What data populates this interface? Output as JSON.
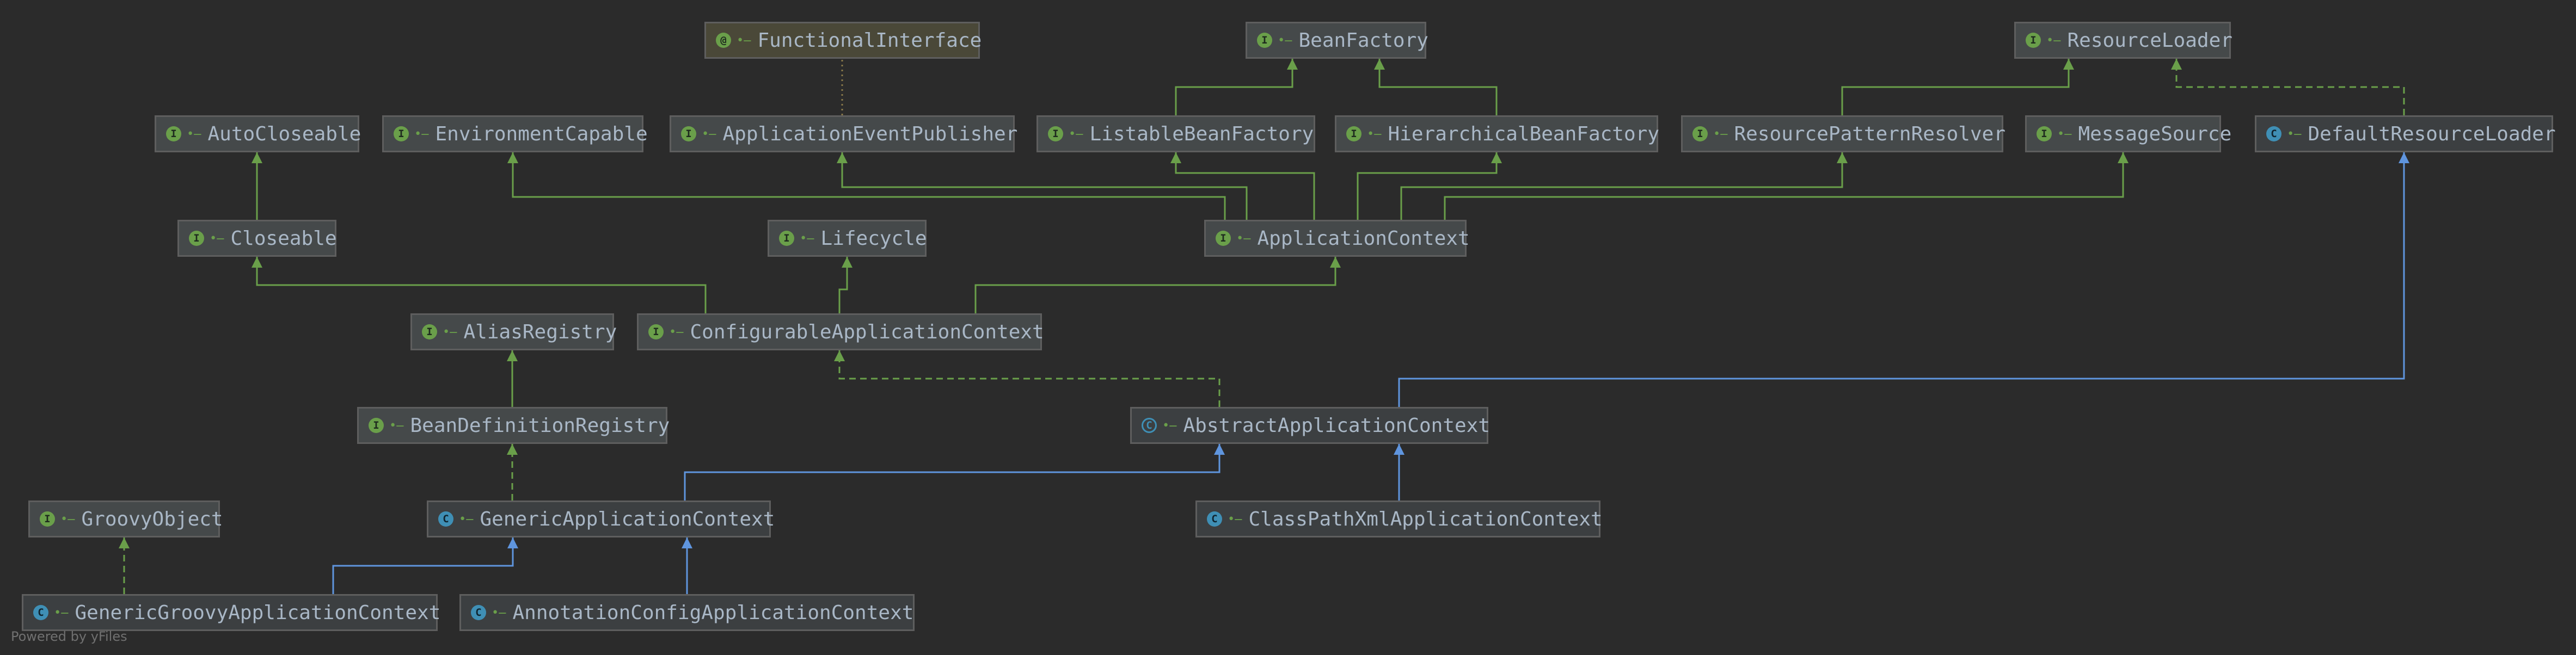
{
  "colors": {
    "background": "#2b2b2b",
    "interface_edge": "#6a9f4a",
    "class_edge": "#5f95de"
  },
  "diagram": {
    "nodes": [
      {
        "id": "FunctionalInterface",
        "label": "FunctionalInterface",
        "kind": "annotation",
        "icon": "annotation-icon"
      },
      {
        "id": "BeanFactory",
        "label": "BeanFactory",
        "kind": "interface",
        "icon": "interface-icon"
      },
      {
        "id": "ResourceLoader",
        "label": "ResourceLoader",
        "kind": "interface",
        "icon": "interface-icon"
      },
      {
        "id": "AutoCloseable",
        "label": "AutoCloseable",
        "kind": "interface",
        "icon": "interface-icon"
      },
      {
        "id": "EnvironmentCapable",
        "label": "EnvironmentCapable",
        "kind": "interface",
        "icon": "interface-icon"
      },
      {
        "id": "ApplicationEventPublisher",
        "label": "ApplicationEventPublisher",
        "kind": "interface",
        "icon": "interface-icon"
      },
      {
        "id": "ListableBeanFactory",
        "label": "ListableBeanFactory",
        "kind": "interface",
        "icon": "interface-icon"
      },
      {
        "id": "HierarchicalBeanFactory",
        "label": "HierarchicalBeanFactory",
        "kind": "interface",
        "icon": "interface-icon"
      },
      {
        "id": "ResourcePatternResolver",
        "label": "ResourcePatternResolver",
        "kind": "interface",
        "icon": "interface-icon"
      },
      {
        "id": "MessageSource",
        "label": "MessageSource",
        "kind": "interface",
        "icon": "interface-icon"
      },
      {
        "id": "DefaultResourceLoader",
        "label": "DefaultResourceLoader",
        "kind": "class",
        "icon": "class-icon"
      },
      {
        "id": "Closeable",
        "label": "Closeable",
        "kind": "interface",
        "icon": "interface-icon"
      },
      {
        "id": "Lifecycle",
        "label": "Lifecycle",
        "kind": "interface",
        "icon": "interface-icon"
      },
      {
        "id": "ApplicationContext",
        "label": "ApplicationContext",
        "kind": "interface",
        "icon": "interface-icon"
      },
      {
        "id": "AliasRegistry",
        "label": "AliasRegistry",
        "kind": "interface",
        "icon": "interface-icon"
      },
      {
        "id": "ConfigurableApplicationContext",
        "label": "ConfigurableApplicationContext",
        "kind": "interface",
        "icon": "interface-icon"
      },
      {
        "id": "BeanDefinitionRegistry",
        "label": "BeanDefinitionRegistry",
        "kind": "interface",
        "icon": "interface-icon"
      },
      {
        "id": "AbstractApplicationContext",
        "label": "AbstractApplicationContext",
        "kind": "abstract",
        "icon": "abstract-class-icon"
      },
      {
        "id": "GroovyObject",
        "label": "GroovyObject",
        "kind": "interface",
        "icon": "interface-icon"
      },
      {
        "id": "GenericApplicationContext",
        "label": "GenericApplicationContext",
        "kind": "class",
        "icon": "class-icon"
      },
      {
        "id": "ClassPathXmlApplicationContext",
        "label": "ClassPathXmlApplicationContext",
        "kind": "class",
        "icon": "class-icon"
      },
      {
        "id": "GenericGroovyApplicationContext",
        "label": "GenericGroovyApplicationContext",
        "kind": "class",
        "icon": "class-icon"
      },
      {
        "id": "AnnotationConfigApplicationContext",
        "label": "AnnotationConfigApplicationContext",
        "kind": "class",
        "icon": "class-icon"
      }
    ],
    "edges": [
      {
        "from": "ListableBeanFactory",
        "to": "BeanFactory",
        "type": "extends"
      },
      {
        "from": "HierarchicalBeanFactory",
        "to": "BeanFactory",
        "type": "extends"
      },
      {
        "from": "ResourcePatternResolver",
        "to": "ResourceLoader",
        "type": "extends"
      },
      {
        "from": "DefaultResourceLoader",
        "to": "ResourceLoader",
        "type": "implements"
      },
      {
        "from": "ApplicationEventPublisher",
        "to": "FunctionalInterface",
        "type": "annotated"
      },
      {
        "from": "Closeable",
        "to": "AutoCloseable",
        "type": "extends"
      },
      {
        "from": "ApplicationContext",
        "to": "EnvironmentCapable",
        "type": "extends"
      },
      {
        "from": "ApplicationContext",
        "to": "ApplicationEventPublisher",
        "type": "extends"
      },
      {
        "from": "ApplicationContext",
        "to": "ListableBeanFactory",
        "type": "extends"
      },
      {
        "from": "ApplicationContext",
        "to": "HierarchicalBeanFactory",
        "type": "extends"
      },
      {
        "from": "ApplicationContext",
        "to": "ResourcePatternResolver",
        "type": "extends"
      },
      {
        "from": "ApplicationContext",
        "to": "MessageSource",
        "type": "extends"
      },
      {
        "from": "ConfigurableApplicationContext",
        "to": "Closeable",
        "type": "extends"
      },
      {
        "from": "ConfigurableApplicationContext",
        "to": "Lifecycle",
        "type": "extends"
      },
      {
        "from": "ConfigurableApplicationContext",
        "to": "ApplicationContext",
        "type": "extends"
      },
      {
        "from": "BeanDefinitionRegistry",
        "to": "AliasRegistry",
        "type": "extends"
      },
      {
        "from": "AbstractApplicationContext",
        "to": "ConfigurableApplicationContext",
        "type": "implements"
      },
      {
        "from": "AbstractApplicationContext",
        "to": "DefaultResourceLoader",
        "type": "class_extends"
      },
      {
        "from": "GenericApplicationContext",
        "to": "BeanDefinitionRegistry",
        "type": "implements"
      },
      {
        "from": "GenericApplicationContext",
        "to": "AbstractApplicationContext",
        "type": "class_extends"
      },
      {
        "from": "ClassPathXmlApplicationContext",
        "to": "AbstractApplicationContext",
        "type": "class_extends"
      },
      {
        "from": "GenericGroovyApplicationContext",
        "to": "GroovyObject",
        "type": "implements"
      },
      {
        "from": "GenericGroovyApplicationContext",
        "to": "GenericApplicationContext",
        "type": "class_extends"
      },
      {
        "from": "AnnotationConfigApplicationContext",
        "to": "GenericApplicationContext",
        "type": "class_extends"
      }
    ]
  },
  "footer": {
    "text": "Powered by yFiles"
  }
}
